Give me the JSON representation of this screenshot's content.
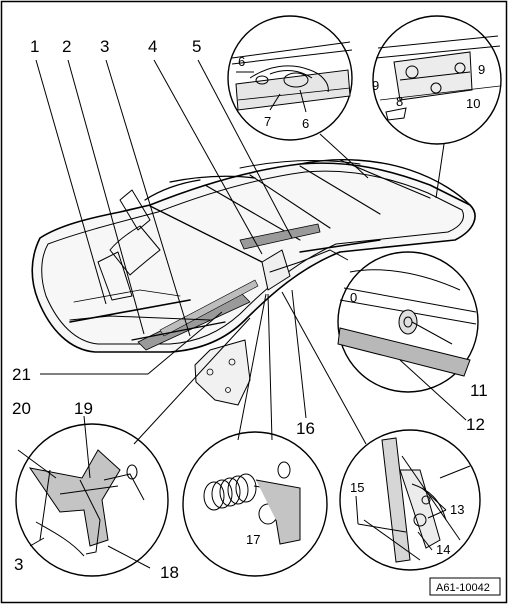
{
  "figure_id": "A61-10042",
  "callouts": [
    {
      "id": "c1",
      "text": "1"
    },
    {
      "id": "c2",
      "text": "2"
    },
    {
      "id": "c3",
      "text": "3"
    },
    {
      "id": "c4",
      "text": "4"
    },
    {
      "id": "c5",
      "text": "5"
    },
    {
      "id": "c6a",
      "text": "6"
    },
    {
      "id": "c6b",
      "text": "6"
    },
    {
      "id": "c7",
      "text": "7"
    },
    {
      "id": "c8",
      "text": "8"
    },
    {
      "id": "c9a",
      "text": "9"
    },
    {
      "id": "c9b",
      "text": "9"
    },
    {
      "id": "c10",
      "text": "10"
    },
    {
      "id": "c0",
      "text": "0"
    },
    {
      "id": "c11",
      "text": "11"
    },
    {
      "id": "c12",
      "text": "12"
    },
    {
      "id": "c16",
      "text": "16"
    },
    {
      "id": "c21",
      "text": "21"
    },
    {
      "id": "c20",
      "text": "20"
    },
    {
      "id": "c19",
      "text": "19"
    },
    {
      "id": "c3b",
      "text": "3"
    },
    {
      "id": "c18",
      "text": "18"
    },
    {
      "id": "c17",
      "text": "17"
    },
    {
      "id": "c15",
      "text": "15"
    },
    {
      "id": "c13",
      "text": "13"
    },
    {
      "id": "c14",
      "text": "14"
    }
  ]
}
